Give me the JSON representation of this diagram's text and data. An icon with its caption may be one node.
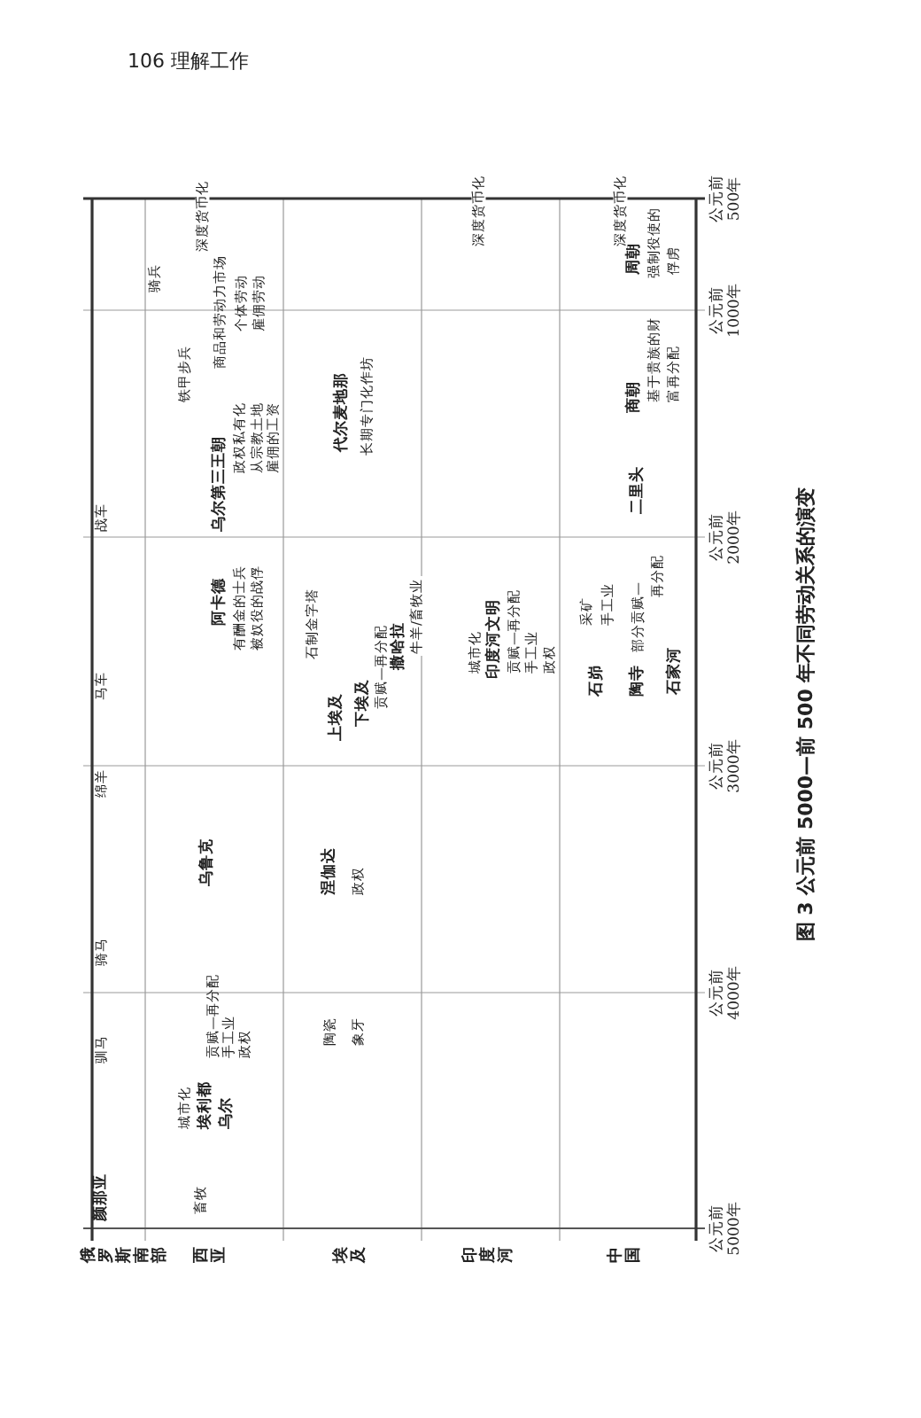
{
  "diagram": {
    "caption": "图 3 公元前 5000—前 500 年不同劳动关系的演变",
    "labels": [
      "106 理解工作",
      "颜那亚",
      "驯马",
      "骑马",
      "绵羊",
      "马车",
      "战车",
      "骑兵",
      "畜牧",
      "城市化",
      "埃利都",
      "乌尔",
      "贡赋—再分配",
      "手工业",
      "政权",
      "乌鲁克",
      "阿卡德",
      "有酬金的士兵",
      "被奴役的战俘",
      "乌尔第三王朝",
      "政权私有化",
      "从宗教土地",
      "雇佣的工资",
      "铁甲步兵",
      "商品和劳动力市场",
      "个体劳动",
      "雇佣劳动",
      "深度货币化",
      "陶瓷",
      "象牙",
      "涅伽达",
      "政权",
      "上埃及",
      "下埃及",
      "贡赋—再分配",
      "石制金字塔",
      "撒哈拉",
      "牛羊/畜牧业",
      "代尔麦地那",
      "长期专门化作坊",
      "城市化",
      "印度河文明",
      "贡赋—再分配",
      "手工业",
      "政权",
      "深度货币化",
      "石峁",
      "采矿",
      "手工业",
      "陶寺",
      "部分贡赋—",
      "再分配",
      "二里头",
      "石家河",
      "商朝",
      "基于贵族的财",
      "富再分配",
      "周朝",
      "强制役使的",
      "俘虏",
      "深度货币化",
      "俄罗斯南部",
      "西亚",
      "埃及",
      "印度河",
      "中国",
      "公元前5000年",
      "公元前4000年",
      "公元前3000年",
      "公元前2000年",
      "公元前1000年",
      "公元前500年"
    ]
  }
}
